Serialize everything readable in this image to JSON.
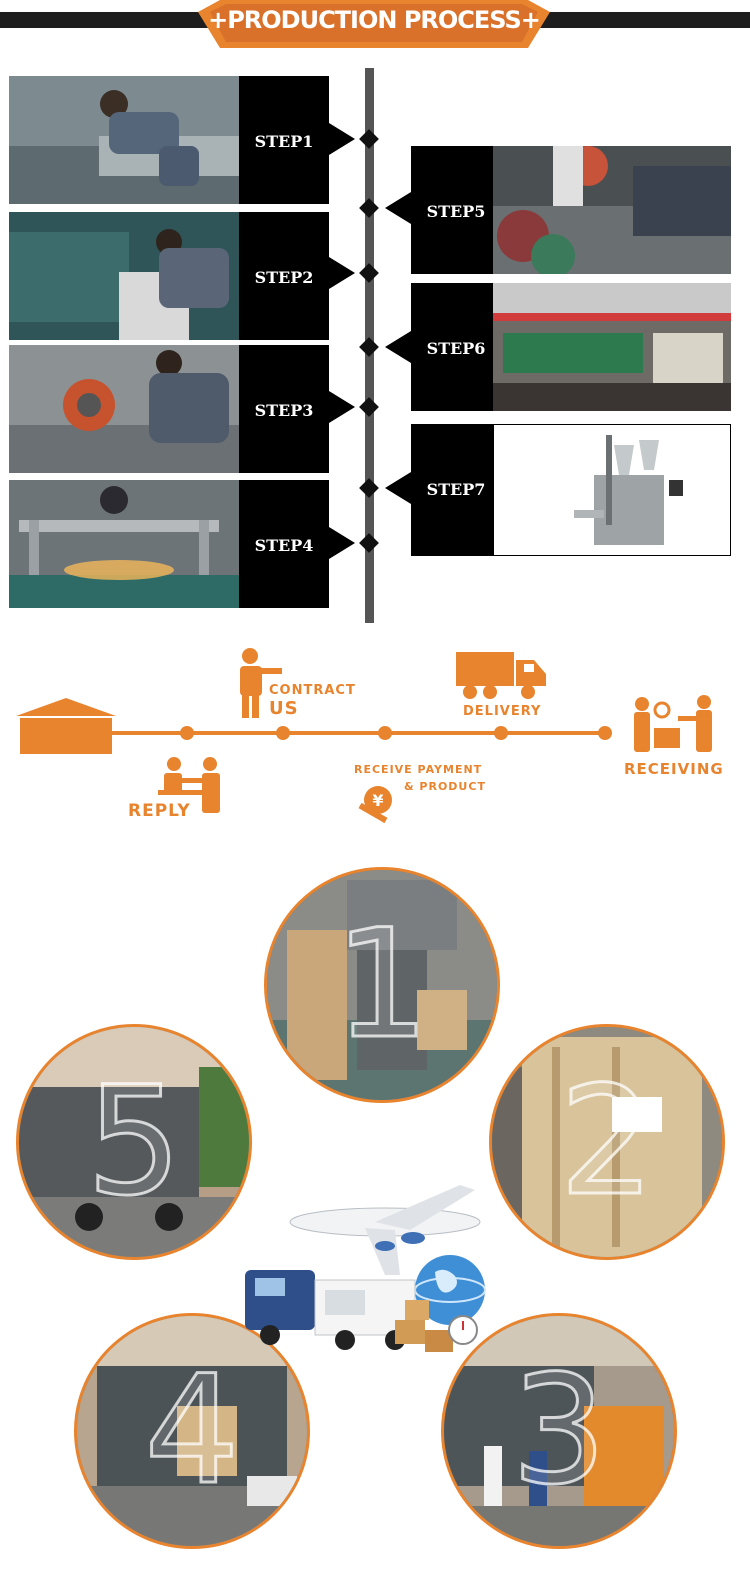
{
  "header": {
    "title": "+PRODUCTION PROCESS+"
  },
  "steps": [
    {
      "label": "STEP1"
    },
    {
      "label": "STEP2"
    },
    {
      "label": "STEP3"
    },
    {
      "label": "STEP4"
    },
    {
      "label": "STEP5"
    },
    {
      "label": "STEP6"
    },
    {
      "label": "STEP7"
    }
  ],
  "flow": {
    "contract_line1": "CONTRACT",
    "contract_line2": "US",
    "delivery": "DELIVERY",
    "reply": "REPLY",
    "receive_line1": "RECEIVE PAYMENT",
    "receive_line2": "& PRODUCT",
    "receiving": "RECEIVING"
  },
  "shipping": {
    "numbers": [
      "1",
      "2",
      "3",
      "4",
      "5"
    ]
  },
  "colors": {
    "accent": "#e8832e",
    "dark": "#000000"
  },
  "icons": [
    "house-icon",
    "pointing-person-icon",
    "truck-icon",
    "handshake-people-icon",
    "yen-hand-icon",
    "inspecting-people-icon",
    "airplane-icon",
    "globe-icon"
  ]
}
